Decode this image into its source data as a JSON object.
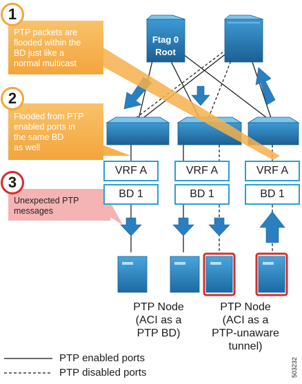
{
  "callouts": [
    {
      "number": "1",
      "text": [
        "PTP packets are",
        "flooded within the",
        "BD just like a",
        "normal multicast"
      ]
    },
    {
      "number": "2",
      "text": [
        "Flooded from PTP",
        "enabled ports in",
        "the same BD",
        "as well"
      ]
    },
    {
      "number": "3",
      "text": [
        "Unexpected PTP",
        "messages"
      ]
    }
  ],
  "spines": [
    {
      "label_lines": [
        "Ftag 0",
        "Root"
      ]
    },
    {
      "label_lines": []
    }
  ],
  "leaves": [
    {
      "vrf": "VRF A",
      "bd": "BD 1"
    },
    {
      "vrf": "VRF A",
      "bd": "BD 1"
    },
    {
      "vrf": "VRF A",
      "bd": "BD 1"
    }
  ],
  "node_groups": [
    {
      "caption": [
        "PTP Node",
        "(ACI as a",
        "PTP BD)"
      ]
    },
    {
      "caption": [
        "PTP Node",
        "(ACI as a",
        "PTP-unaware",
        "tunnel)"
      ]
    }
  ],
  "legend": [
    {
      "style": "solid",
      "label": "PTP enabled ports"
    },
    {
      "style": "dashed",
      "label": "PTP disabled ports"
    }
  ],
  "figure_id": "503232",
  "colors": {
    "device_blue": "#2f86bf",
    "arrow_blue": "#2a7fc0",
    "box_border": "#2a9fd0",
    "callout_orange": "#f6b04c",
    "callout_pink": "#f6b3b3",
    "badge_orange": "#f4a53a",
    "badge_red": "#d92a2a",
    "highlight_red": "#d32f2f"
  }
}
